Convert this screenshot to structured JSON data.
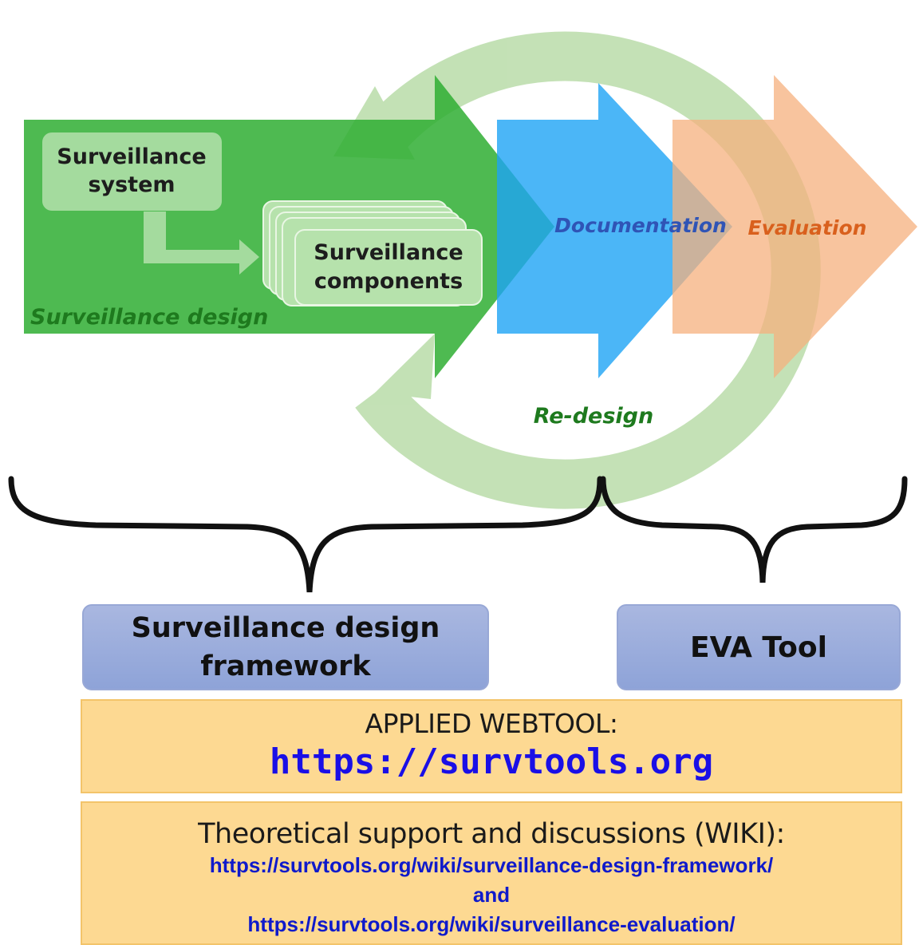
{
  "diagram": {
    "system_label_line1": "Surveillance",
    "system_label_line2": "system",
    "components_label_line1": "Surveillance",
    "components_label_line2": "components",
    "design_label": "Surveillance design",
    "documentation_label": "Documentation",
    "evaluation_label": "Evaluation",
    "redesign_label": "Re-design",
    "colors": {
      "design_green": "#35b537",
      "cycle_green": "#b7daa3",
      "documentation_blue": "#3fb2f6",
      "evaluation_orange": "#f6b384",
      "label_green": "#1e7a1e",
      "label_blue": "#2f54b6",
      "label_orange": "#d9601d"
    }
  },
  "framework_box": {
    "line1": "Surveillance design",
    "line2": "framework"
  },
  "eva_box": {
    "label": "EVA Tool"
  },
  "webtool": {
    "heading": "APPLIED WEBTOOL:",
    "url": "https://survtools.org"
  },
  "wiki": {
    "heading": "Theoretical support and discussions (WIKI):",
    "link1": "https://survtools.org/wiki/surveillance-design-framework/",
    "conjunction": "and",
    "link2": "https://survtools.org/wiki/surveillance-evaluation/"
  }
}
